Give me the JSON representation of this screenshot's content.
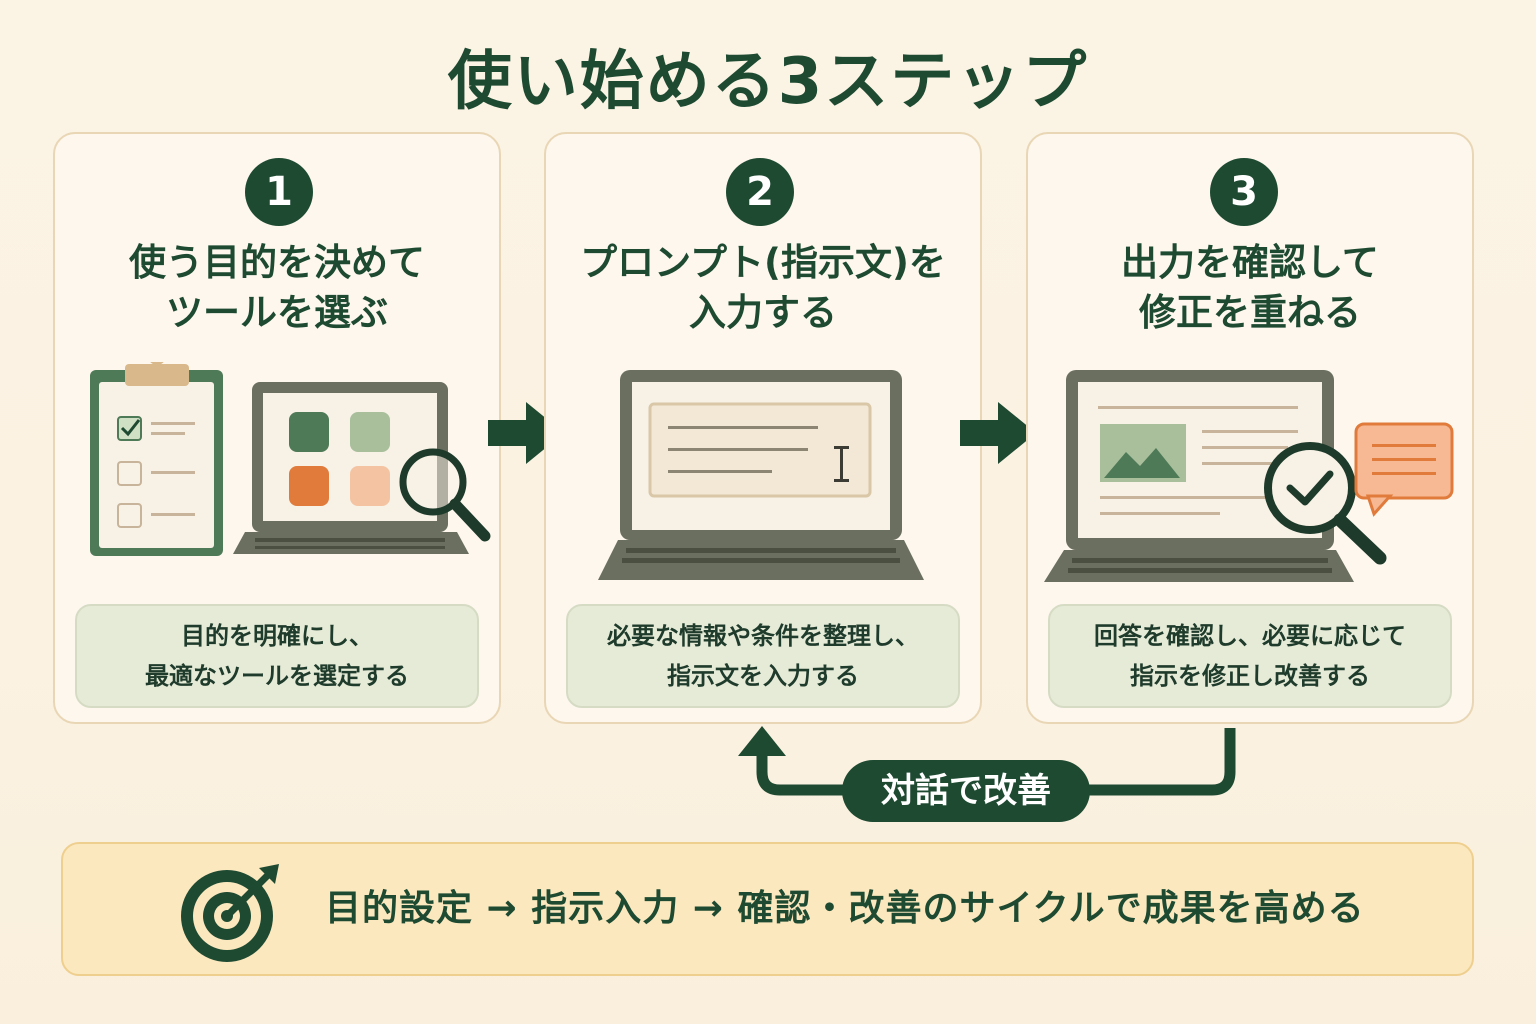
{
  "title": "使い始める3ステップ",
  "steps": [
    {
      "number": "1",
      "heading": "使う目的を決めて\nツールを選ぶ",
      "description": "目的を明確にし、\n最適なツールを選定する",
      "icons": [
        "clipboard-checklist-icon",
        "laptop-app-grid-icon",
        "magnifier-icon"
      ]
    },
    {
      "number": "2",
      "heading": "プロンプト(指示文)を\n入力する",
      "description": "必要な情報や条件を整理し、\n指示文を入力する",
      "icons": [
        "laptop-text-input-icon"
      ]
    },
    {
      "number": "3",
      "heading": "出力を確認して\n修正を重ねる",
      "description": "回答を確認し、必要に応じて\n指示を修正し改善する",
      "icons": [
        "laptop-document-icon",
        "magnifier-check-icon",
        "speech-bubble-icon"
      ]
    }
  ],
  "loop_label": "対話で改善",
  "summary": "目的設定 → 指示入力 → 確認・改善のサイクルで成果を高める",
  "summary_icon": "target-arrow-icon",
  "colors": {
    "primary_green": "#1e4a32",
    "mid_green": "#4f7a57",
    "light_green": "#a9bf9c",
    "orange": "#e07b3c",
    "light_orange": "#f4c4a2",
    "background": "#fbf3e4",
    "card_border": "#e9d6b4",
    "summary_bg": "#fbe8bf"
  }
}
